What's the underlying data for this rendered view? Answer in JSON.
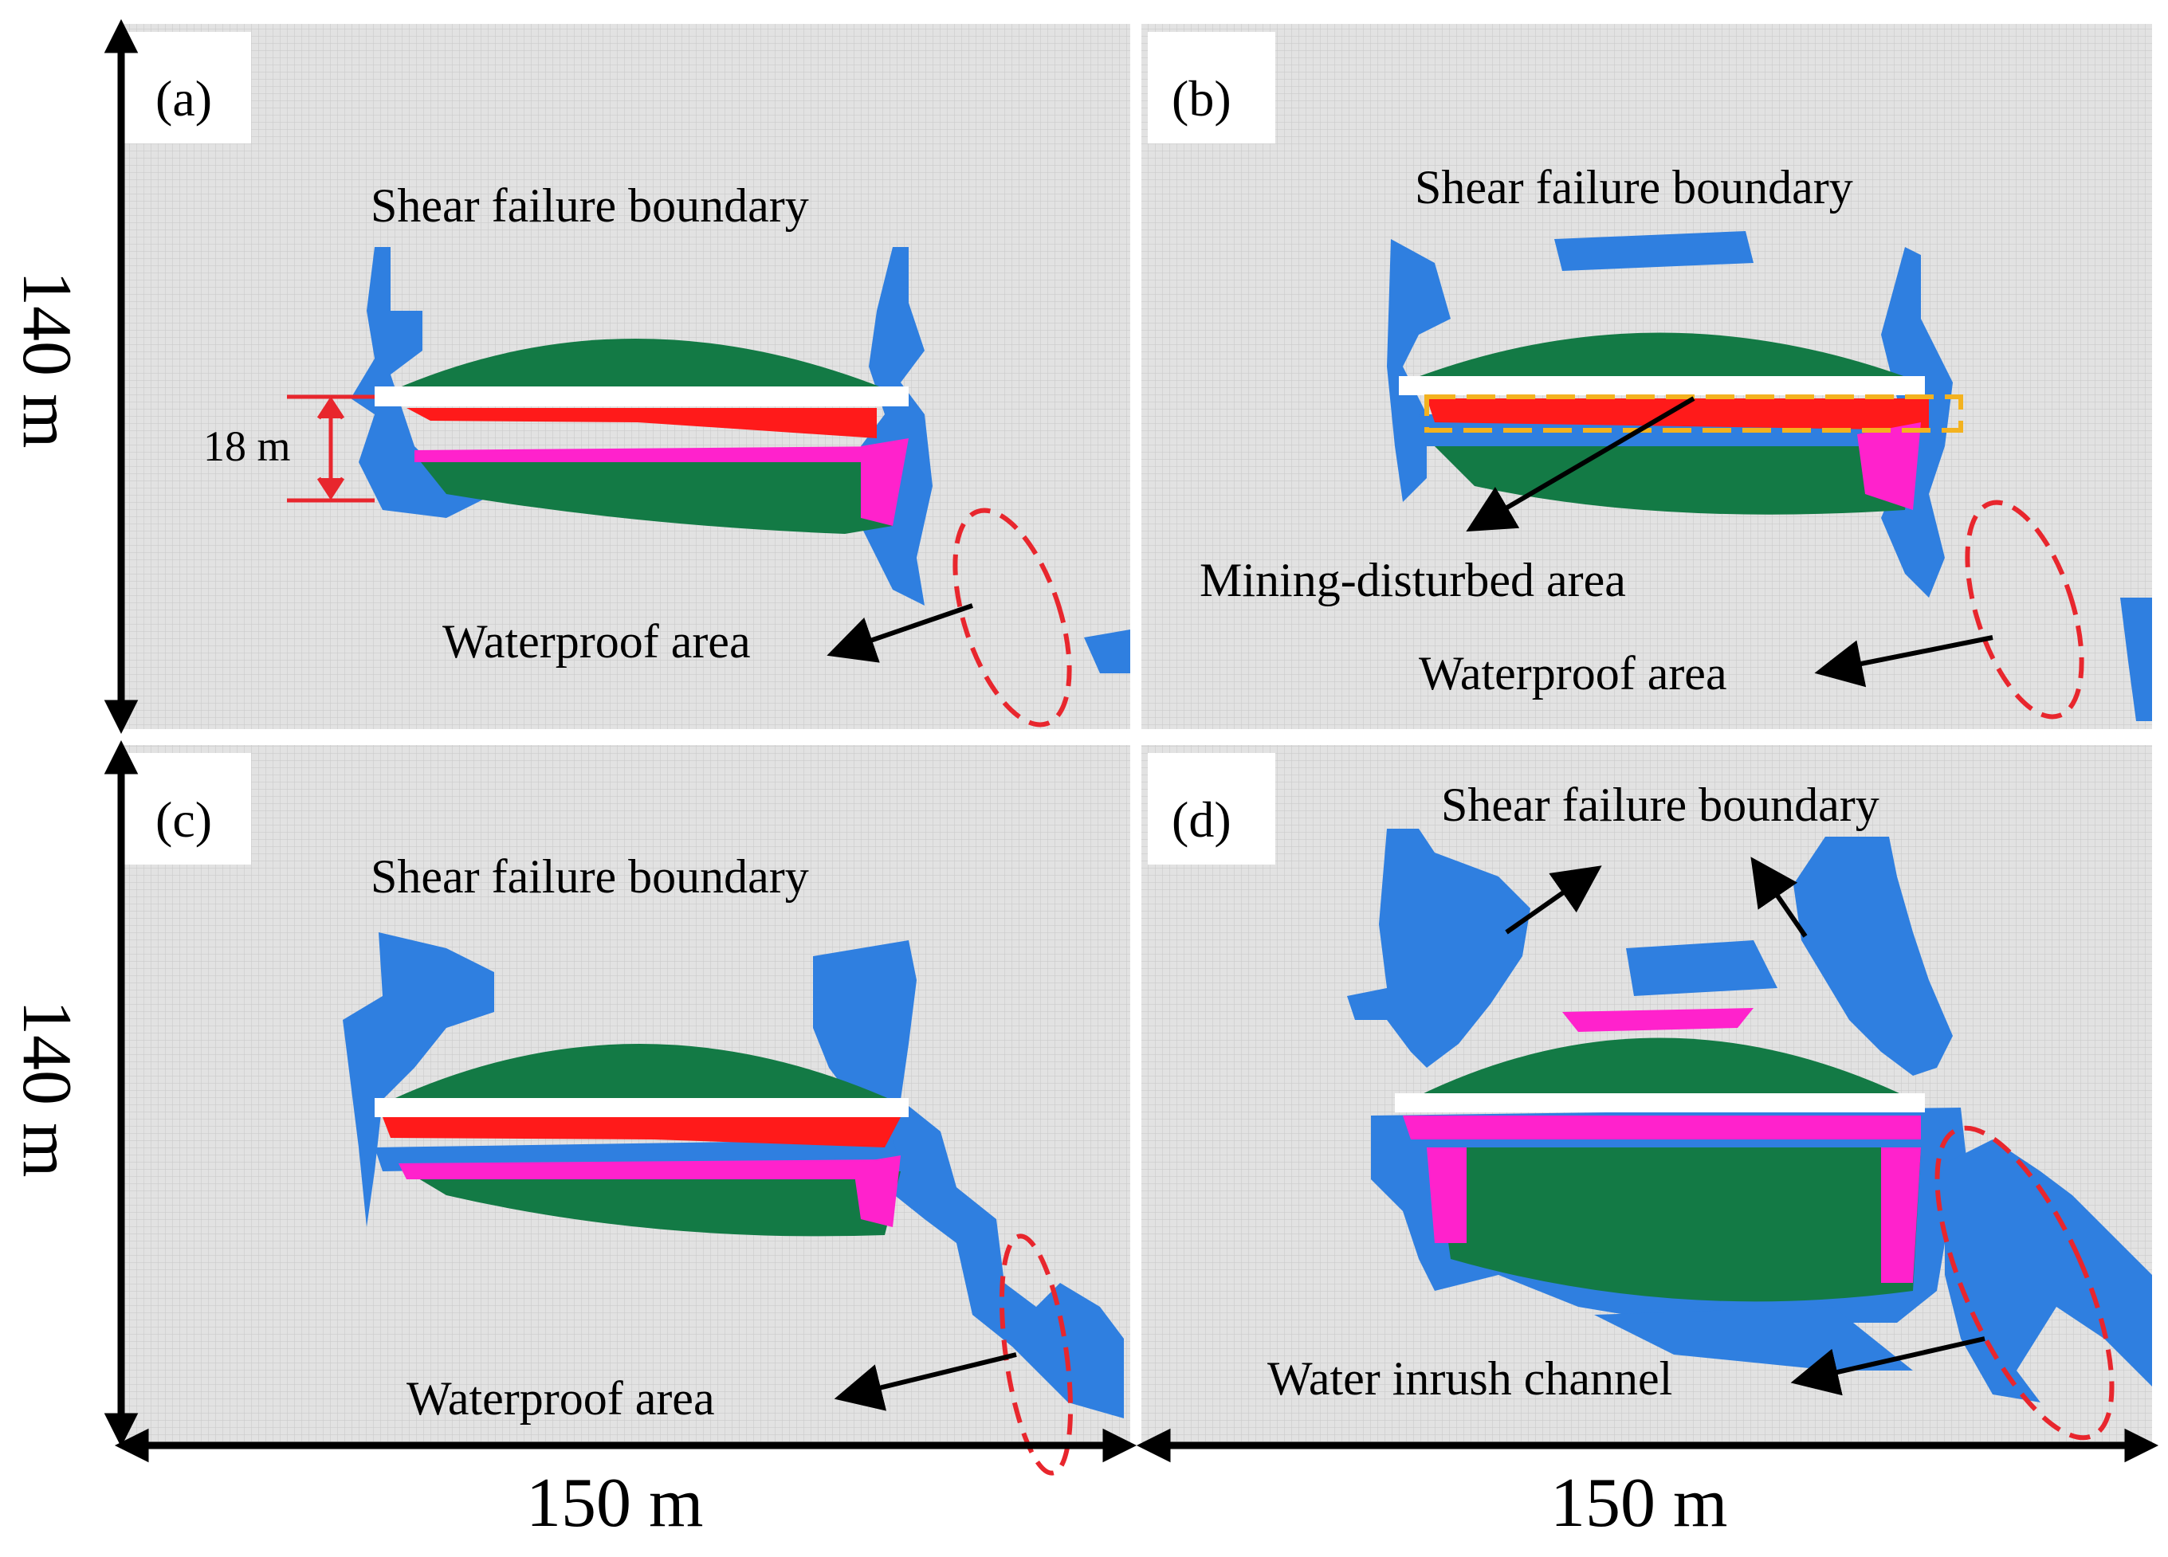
{
  "panels": [
    {
      "id": "a",
      "label": "(a)",
      "annotations": [
        "Shear failure boundary",
        "Waterproof area"
      ],
      "measure": "18 m"
    },
    {
      "id": "b",
      "label": "(b)",
      "annotations": [
        "Shear failure boundary",
        "Mining-disturbed area",
        "Waterproof area"
      ]
    },
    {
      "id": "c",
      "label": "(c)",
      "annotations": [
        "Shear failure boundary",
        "Waterproof area"
      ]
    },
    {
      "id": "d",
      "label": "(d)",
      "annotations": [
        "Shear failure boundary",
        "Water inrush channel"
      ]
    }
  ],
  "axes": {
    "height_top": "140 m",
    "height_bottom": "140 m",
    "width_left": "150 m",
    "width_right": "150 m"
  },
  "colors": {
    "grid_background": "#e2e2e2",
    "grid_line": "#cfcfcf",
    "shear": "#2f7fe0",
    "goaf_zone": "#137a45",
    "tension": "#ff1a1a",
    "mixed": "#ff22cc",
    "coal_seam": "#ffffff",
    "highlight_ellipse": "#e8262d",
    "mining_box": "#f3b21f",
    "arrow": "#000000"
  }
}
